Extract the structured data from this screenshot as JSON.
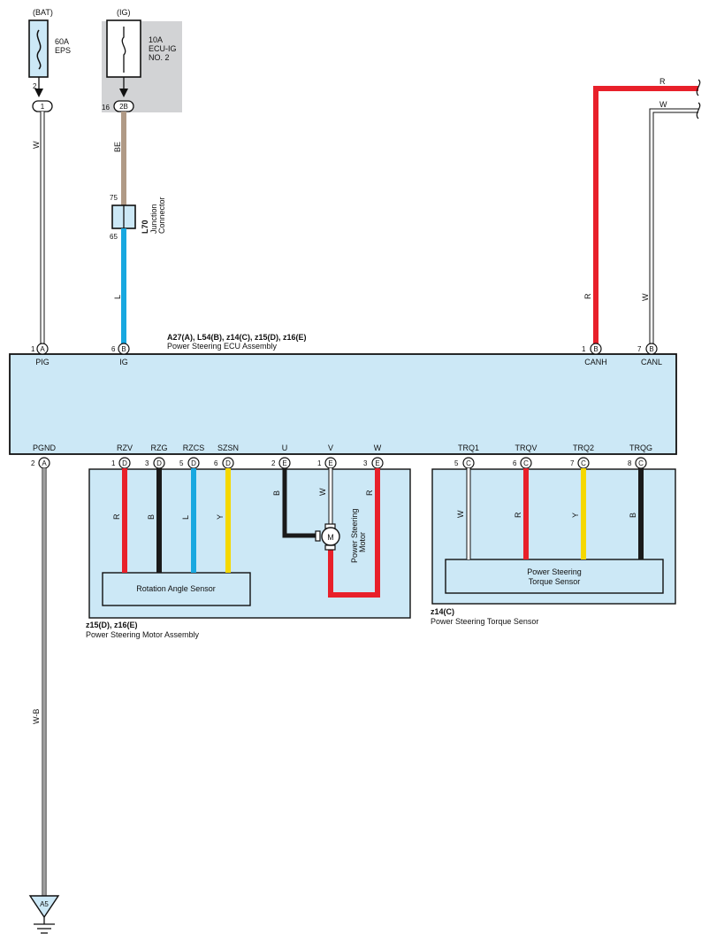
{
  "power": {
    "bat_label": "(BAT)",
    "ig_label": "(IG)",
    "fuse1_amp": "60A",
    "fuse1_name": "EPS",
    "fuse2_amp": "10A",
    "fuse2_name1": "ECU-IG",
    "fuse2_name2": "NO. 2",
    "fuse1_pin": "2",
    "fuse1_conn": "1",
    "fuse2_pin": "16",
    "fuse2_conn": "2B"
  },
  "wires": {
    "w_label": "W",
    "be_label": "BE",
    "l_label": "L",
    "r_label": "R",
    "wb_label": "W-B",
    "b_label": "B",
    "y_label": "Y"
  },
  "junction": {
    "pin_top": "75",
    "pin_bottom": "65",
    "id": "L70",
    "name1": "Junction",
    "name2": "Connector"
  },
  "ecu": {
    "connectors": "A27(A), L54(B), z14(C), z15(D), z16(E)",
    "name": "Power Steering ECU Assembly",
    "top_pins": [
      {
        "num": "1",
        "conn": "A",
        "label": "PIG"
      },
      {
        "num": "6",
        "conn": "B",
        "label": "IG"
      },
      {
        "num": "1",
        "conn": "B",
        "label": "CANH"
      },
      {
        "num": "7",
        "conn": "B",
        "label": "CANL"
      }
    ],
    "bottom_pins": [
      {
        "num": "2",
        "conn": "A",
        "label": "PGND"
      },
      {
        "num": "1",
        "conn": "D",
        "label": "RZV"
      },
      {
        "num": "3",
        "conn": "D",
        "label": "RZG"
      },
      {
        "num": "5",
        "conn": "D",
        "label": "RZCS"
      },
      {
        "num": "6",
        "conn": "D",
        "label": "SZSN"
      },
      {
        "num": "2",
        "conn": "E",
        "label": "U"
      },
      {
        "num": "1",
        "conn": "E",
        "label": "V"
      },
      {
        "num": "3",
        "conn": "E",
        "label": "W"
      },
      {
        "num": "5",
        "conn": "C",
        "label": "TRQ1"
      },
      {
        "num": "6",
        "conn": "C",
        "label": "TRQV"
      },
      {
        "num": "7",
        "conn": "C",
        "label": "TRQ2"
      },
      {
        "num": "8",
        "conn": "C",
        "label": "TRQG"
      }
    ]
  },
  "motor_assembly": {
    "connectors": "z15(D), z16(E)",
    "name": "Power Steering Motor Assembly",
    "sensor_label": "Rotation Angle Sensor",
    "motor_symbol": "M",
    "motor_label1": "Power Steering",
    "motor_label2": "Motor"
  },
  "torque_assembly": {
    "connector": "z14(C)",
    "name": "Power Steering Torque Sensor",
    "box_label1": "Power Steering",
    "box_label2": "Torque Sensor"
  },
  "ground": {
    "label": "A5"
  },
  "colors": {
    "red": "#e8202a",
    "blue": "#18a8e0",
    "black": "#1a1a1a",
    "yellow": "#f5d800",
    "tan": "#b09a86",
    "white_wire": "#ffffff",
    "panel": "#cce8f6",
    "ig_shade": "#d2d3d5"
  }
}
